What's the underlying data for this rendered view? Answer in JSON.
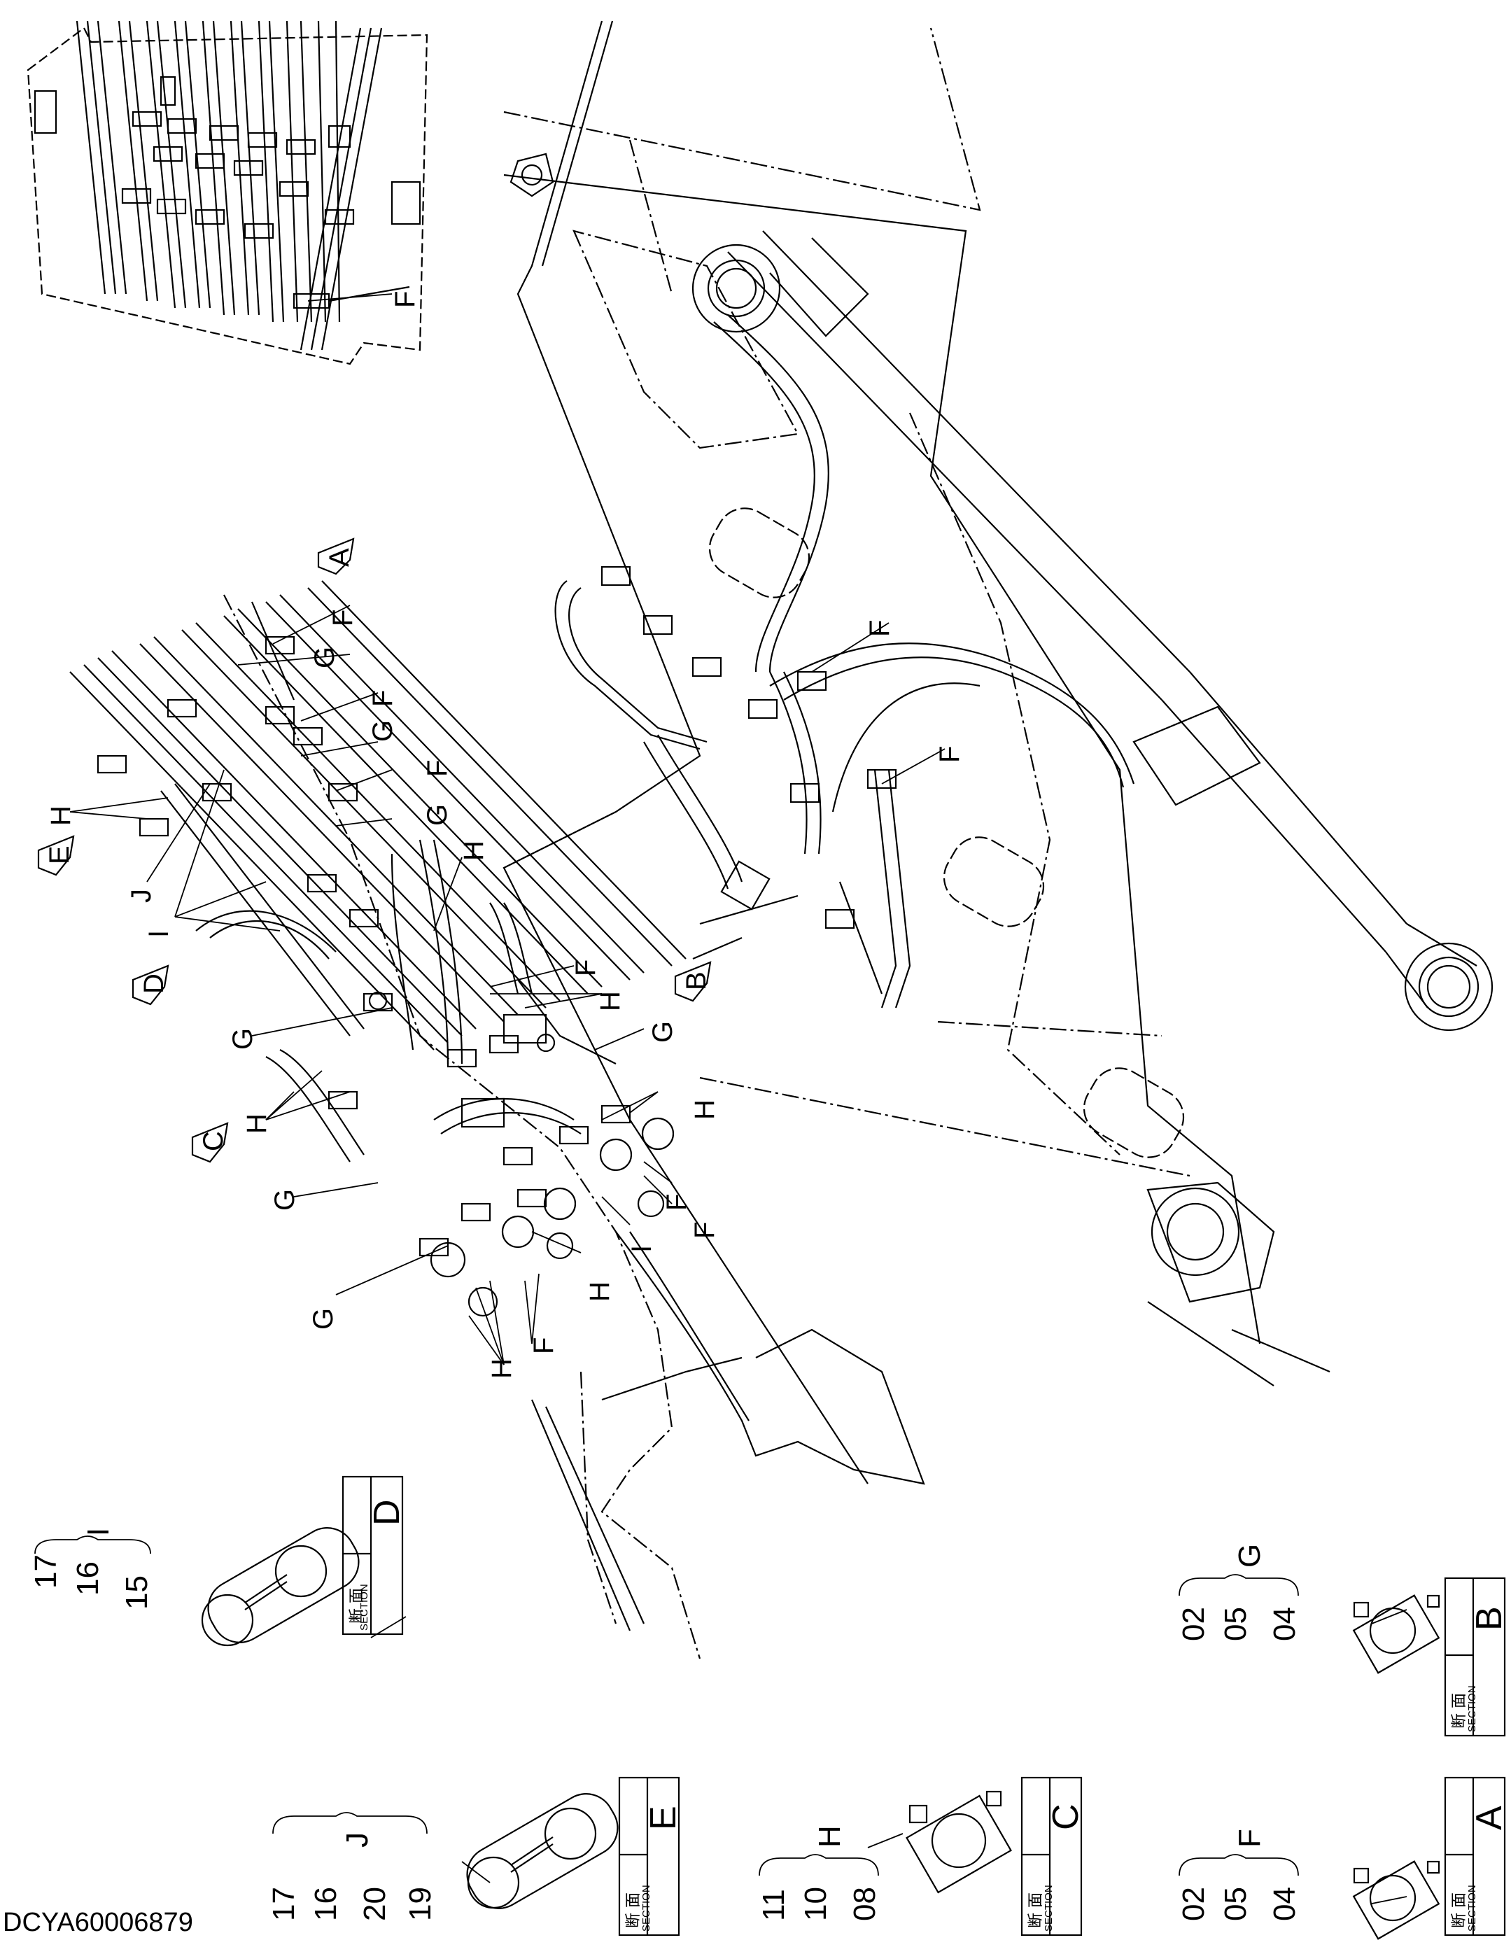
{
  "drawing_code": "DCYA60006879",
  "callouts": {
    "F": "F",
    "G": "G",
    "H": "H",
    "I": "I",
    "J": "J"
  },
  "view_arrows": [
    "A",
    "B",
    "C",
    "D",
    "E"
  ],
  "sections": [
    {
      "id": "A",
      "word": "SECTION",
      "kanji": "断 面",
      "parts": [
        "02",
        "05",
        "04"
      ],
      "tag": "F"
    },
    {
      "id": "B",
      "word": "SECTION",
      "kanji": "断 面",
      "parts": [
        "02",
        "05",
        "04"
      ],
      "tag": "G"
    },
    {
      "id": "C",
      "word": "SECTION",
      "kanji": "断 面",
      "parts": [
        "11",
        "10",
        "08"
      ],
      "tag": "H"
    },
    {
      "id": "D",
      "word": "SECTION",
      "kanji": "断 面",
      "parts": [
        "17",
        "16",
        "15"
      ],
      "tag": "I"
    },
    {
      "id": "E",
      "word": "SECTION",
      "kanji": "断 面",
      "parts": [
        "17",
        "16",
        "20",
        "19"
      ],
      "tag": "J"
    }
  ]
}
